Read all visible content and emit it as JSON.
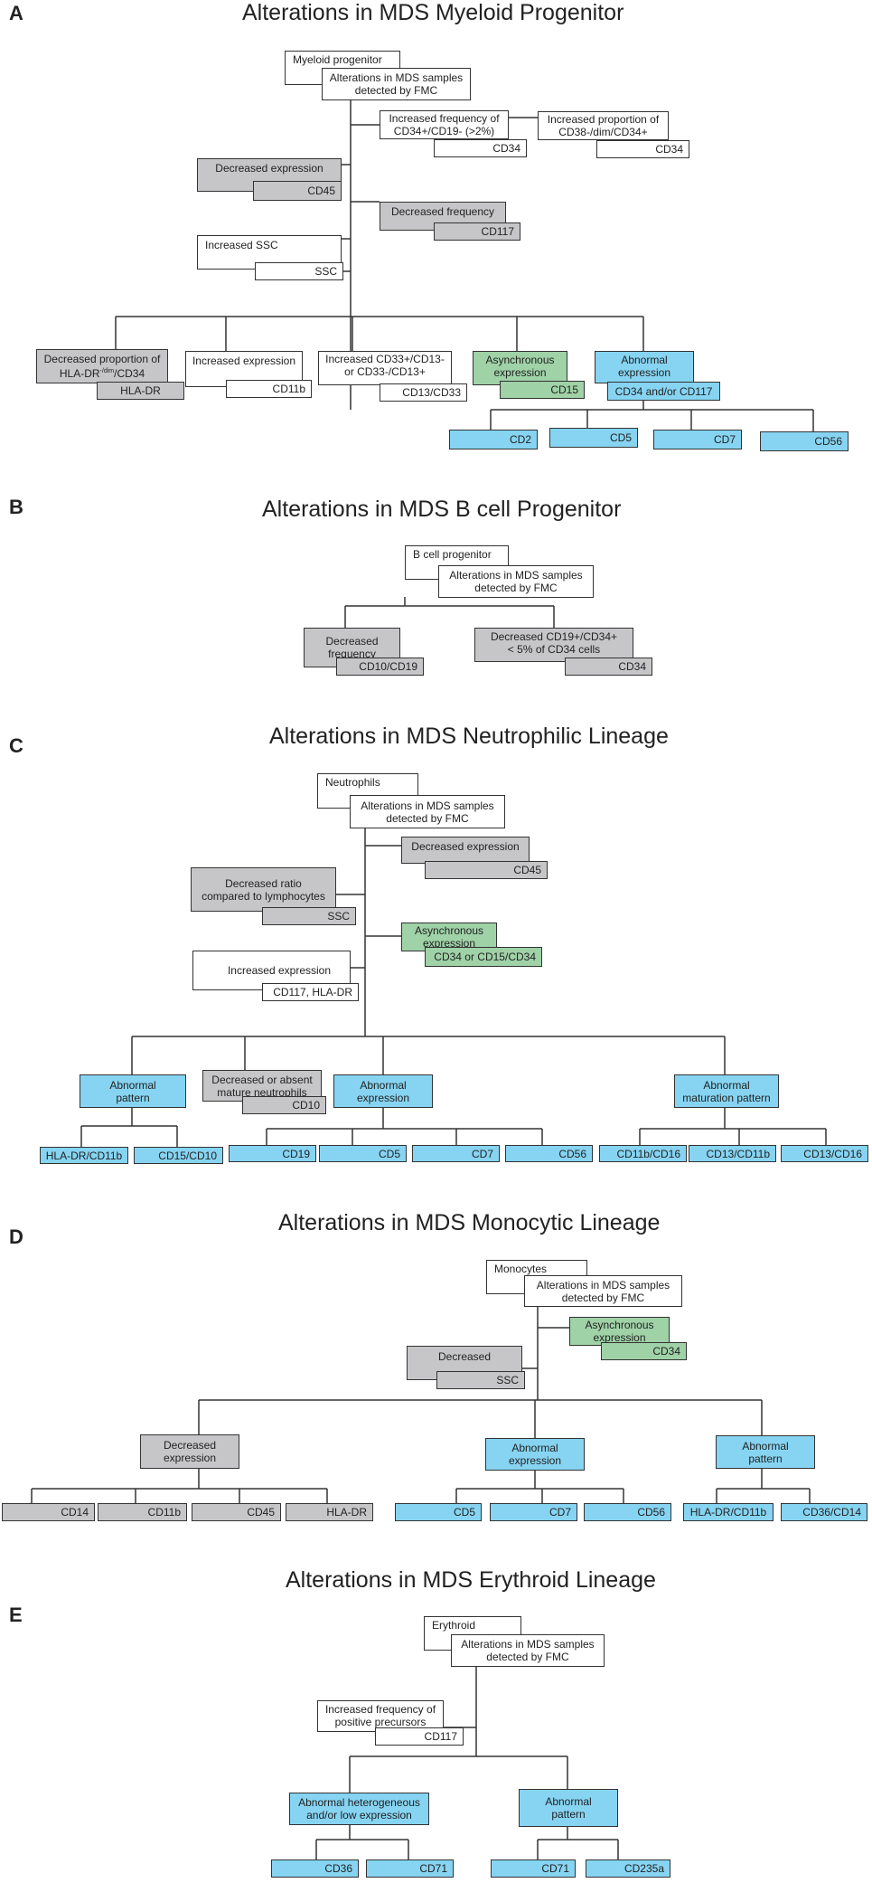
{
  "panels": {
    "A": {
      "label": "A",
      "title": "Alterations in MDS Myeloid Progenitor",
      "root": "Myeloid progenitor",
      "detected": "Alterations in MDS samples\ndetected by FMC",
      "incr_freq_cd34": "Increased frequency of\nCD34+/CD19- (>2%)",
      "incr_freq_cd34_marker": "CD34",
      "incr_prop_cd38": "Increased proportion of\nCD38-/dim/CD34+",
      "incr_prop_cd38_marker": "CD34",
      "decr_expr": "Decreased expression",
      "decr_expr_marker": "CD45",
      "decr_freq": "Decreased frequency",
      "decr_freq_marker": "CD117",
      "incr_ssc": "Increased SSC",
      "incr_ssc_marker": "SSC",
      "decr_prop_line1": "Decreased proportion of",
      "decr_prop_line2a": "HLA-DR",
      "decr_prop_sup": "-/dim",
      "decr_prop_line2b": "/CD34",
      "decr_prop_marker": "HLA-DR",
      "incr_expr": "Increased expression",
      "incr_expr_marker": "CD11b",
      "incr_cd33": "Increased CD33+/CD13-\nor CD33-/CD13+",
      "incr_cd33_marker": "CD13/CD33",
      "async": "Asynchronous\nexpression",
      "async_marker": "CD15",
      "abnormal": "Abnormal\nexpression",
      "abnormal_marker": "CD34 and/or CD117",
      "leaves": [
        "CD2",
        "CD5",
        "CD7",
        "CD56"
      ]
    },
    "B": {
      "label": "B",
      "title": "Alterations in MDS B cell Progenitor",
      "root": "B cell progenitor",
      "detected": "Alterations in MDS samples\ndetected by FMC",
      "decr_freq": "Decreased\nfrequency",
      "decr_freq_marker": "CD10/CD19",
      "decr_cd19": "Decreased CD19+/CD34+\n< 5% of CD34 cells",
      "decr_cd19_marker": "CD34"
    },
    "C": {
      "label": "C",
      "title": "Alterations in MDS Neutrophilic Lineage",
      "root": "Neutrophils",
      "detected": "Alterations in MDS samples\ndetected by FMC",
      "decr_expr": "Decreased expression",
      "decr_expr_marker": "CD45",
      "decr_ratio": "Decreased ratio\ncompared to lymphocytes",
      "decr_ratio_marker": "SSC",
      "async": "Asynchronous\nexpression",
      "async_marker": "CD34 or CD15/CD34",
      "incr_expr": "Increased expression",
      "incr_expr_marker": "CD117, HLA-DR",
      "abn_pattern": "Abnormal\npattern",
      "abn_pattern_leaves": [
        "HLA-DR/CD11b",
        "CD15/CD10"
      ],
      "decr_absent": "Decreased or absent\nmature neutrophils",
      "decr_absent_marker": "CD10",
      "abn_expr": "Abnormal\nexpression",
      "abn_expr_leaves": [
        "CD19",
        "CD5",
        "CD7",
        "CD56"
      ],
      "abn_mat": "Abnormal\nmaturation pattern",
      "abn_mat_leaves": [
        "CD11b/CD16",
        "CD13/CD11b",
        "CD13/CD16"
      ]
    },
    "D": {
      "label": "D",
      "title": "Alterations in MDS Monocytic Lineage",
      "root": "Monocytes",
      "detected": "Alterations in MDS samples\ndetected by FMC",
      "async": "Asynchronous\nexpression",
      "async_marker": "CD34",
      "decreased": "Decreased",
      "decreased_marker": "SSC",
      "decr_expr": "Decreased\nexpression",
      "decr_expr_leaves": [
        "CD14",
        "CD11b",
        "CD45",
        "HLA-DR"
      ],
      "abn_expr": "Abnormal\nexpression",
      "abn_expr_leaves": [
        "CD5",
        "CD7",
        "CD56"
      ],
      "abn_pattern": "Abnormal\npattern",
      "abn_pattern_leaves": [
        "HLA-DR/CD11b",
        "CD36/CD14"
      ]
    },
    "E": {
      "label": "E",
      "title": "Alterations in MDS Erythroid Lineage",
      "root": "Erythroid",
      "detected": "Alterations in MDS samples\ndetected by FMC",
      "incr_freq": "Increased frequency of\npositive precursors",
      "incr_freq_marker": "CD117",
      "abn_het": "Abnormal heterogeneous\nand/or low expression",
      "abn_het_leaves": [
        "CD36",
        "CD71"
      ],
      "abn_pattern": "Abnormal\npattern",
      "abn_pattern_leaves": [
        "CD71",
        "CD235a"
      ]
    }
  },
  "colors": {
    "white": "#ffffff",
    "gray": "#c6c6c8",
    "green": "#9fd2a7",
    "blue": "#86d4f2",
    "line": "#333333"
  }
}
